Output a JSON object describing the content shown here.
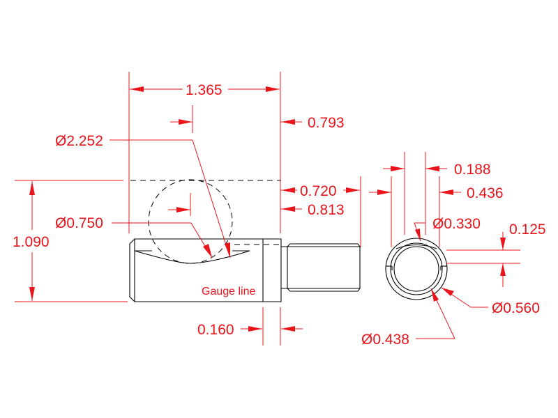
{
  "drawing": {
    "type": "engineering-dimension-drawing",
    "line_color": "#000000",
    "dimension_color": "#e8141a",
    "background": "#ffffff"
  },
  "side_view": {
    "dimensions": {
      "overall_length": "1.365",
      "ball_diameter": "Ø2.252",
      "pin_diameter": "Ø0.750",
      "height": "1.090",
      "shoulder_width": "0.160",
      "offset_top": "0.793",
      "thread_length": "0.720",
      "offset_lower": "0.813"
    },
    "labels": {
      "gauge_line": "Gauge line"
    }
  },
  "end_view": {
    "dimensions": {
      "slot_width": "0.188",
      "slot_outer": "0.436",
      "inner_diameter": "Ø0.330",
      "depth": "0.125",
      "outer_diameter": "Ø0.560",
      "mid_diameter": "Ø0.438"
    }
  }
}
